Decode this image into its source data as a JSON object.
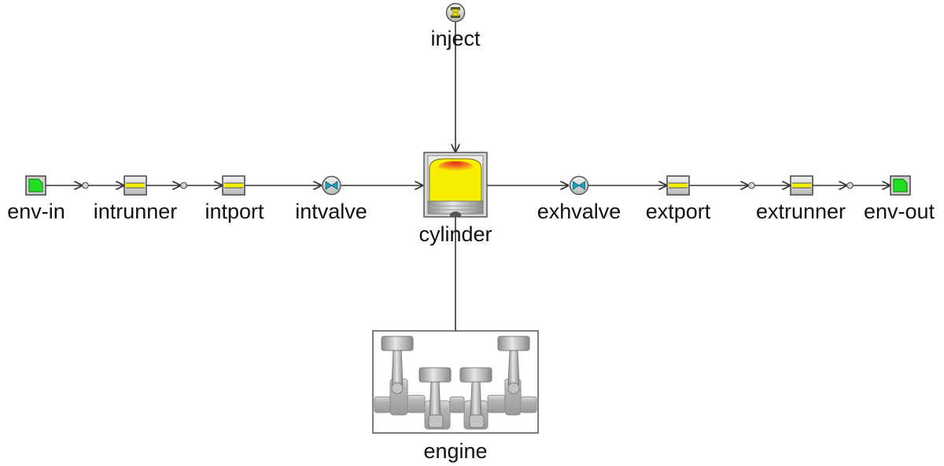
{
  "diagram": {
    "nodes": {
      "env_in": {
        "label": "env-in",
        "icon": "environment-icon"
      },
      "intrunner": {
        "label": "intrunner",
        "icon": "pipe-icon"
      },
      "intport": {
        "label": "intport",
        "icon": "pipe-icon"
      },
      "intvalve": {
        "label": "intvalve",
        "icon": "valve-icon"
      },
      "inject": {
        "label": "inject",
        "icon": "injector-icon"
      },
      "cylinder": {
        "label": "cylinder",
        "icon": "cylinder-icon"
      },
      "exhvalve": {
        "label": "exhvalve",
        "icon": "valve-icon"
      },
      "extport": {
        "label": "extport",
        "icon": "pipe-icon"
      },
      "extrunner": {
        "label": "extrunner",
        "icon": "pipe-icon"
      },
      "env_out": {
        "label": "env-out",
        "icon": "environment-icon"
      },
      "engine": {
        "label": "engine",
        "icon": "engine-crank-icon"
      }
    },
    "colors": {
      "environment": "#22dd22",
      "pipe_band": "#f4f000",
      "valve_symbol": "#1aa3c8",
      "cylinder_charge": "#f8ee00",
      "cylinder_flame": "#e83a1a",
      "connector": "#333333"
    }
  }
}
